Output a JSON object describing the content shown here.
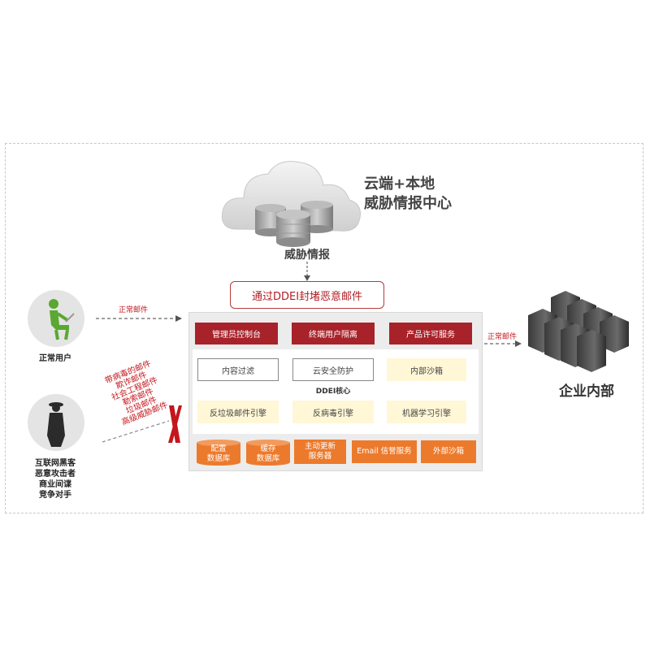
{
  "cloud": {
    "title_line1": "云端+本地",
    "title_line2": "威胁情报中心",
    "intel_label": "威胁情报"
  },
  "block_label": "通过DDEI封堵恶意邮件",
  "users": {
    "normal_user": "正常用户",
    "normal_mail_in": "正常邮件",
    "attackers": [
      "互联网黑客",
      "恶意攻击者",
      "商业间谍",
      "竞争对手"
    ],
    "threats": [
      "带病毒的邮件",
      "欺诈邮件",
      "社会工程邮件",
      "勒索邮件",
      "垃圾邮件",
      "高级威胁邮件"
    ]
  },
  "core": {
    "top_buttons": [
      "管理员控制台",
      "终端用户隔离",
      "产品许可服务"
    ],
    "row1": [
      "内容过滤",
      "云安全防护",
      "内部沙箱"
    ],
    "label": "DDEI核心",
    "row2": [
      "反垃圾邮件引擎",
      "反病毒引擎",
      "机器学习引擎"
    ],
    "db1": [
      "配置",
      "数据库"
    ],
    "db2": [
      "缓存",
      "数据库"
    ],
    "orange_boxes": [
      [
        "主动更新",
        "服务器"
      ],
      [
        "Email 信誉服务"
      ],
      [
        "外部沙箱"
      ]
    ]
  },
  "enterprise": {
    "normal_mail_out": "正常邮件",
    "label": "企业内部"
  },
  "colors": {
    "accent_red": "#a8222a",
    "orange": "#ec7a2c",
    "yellow_fill": "#fff7d6",
    "panel_gray": "#ececec"
  }
}
